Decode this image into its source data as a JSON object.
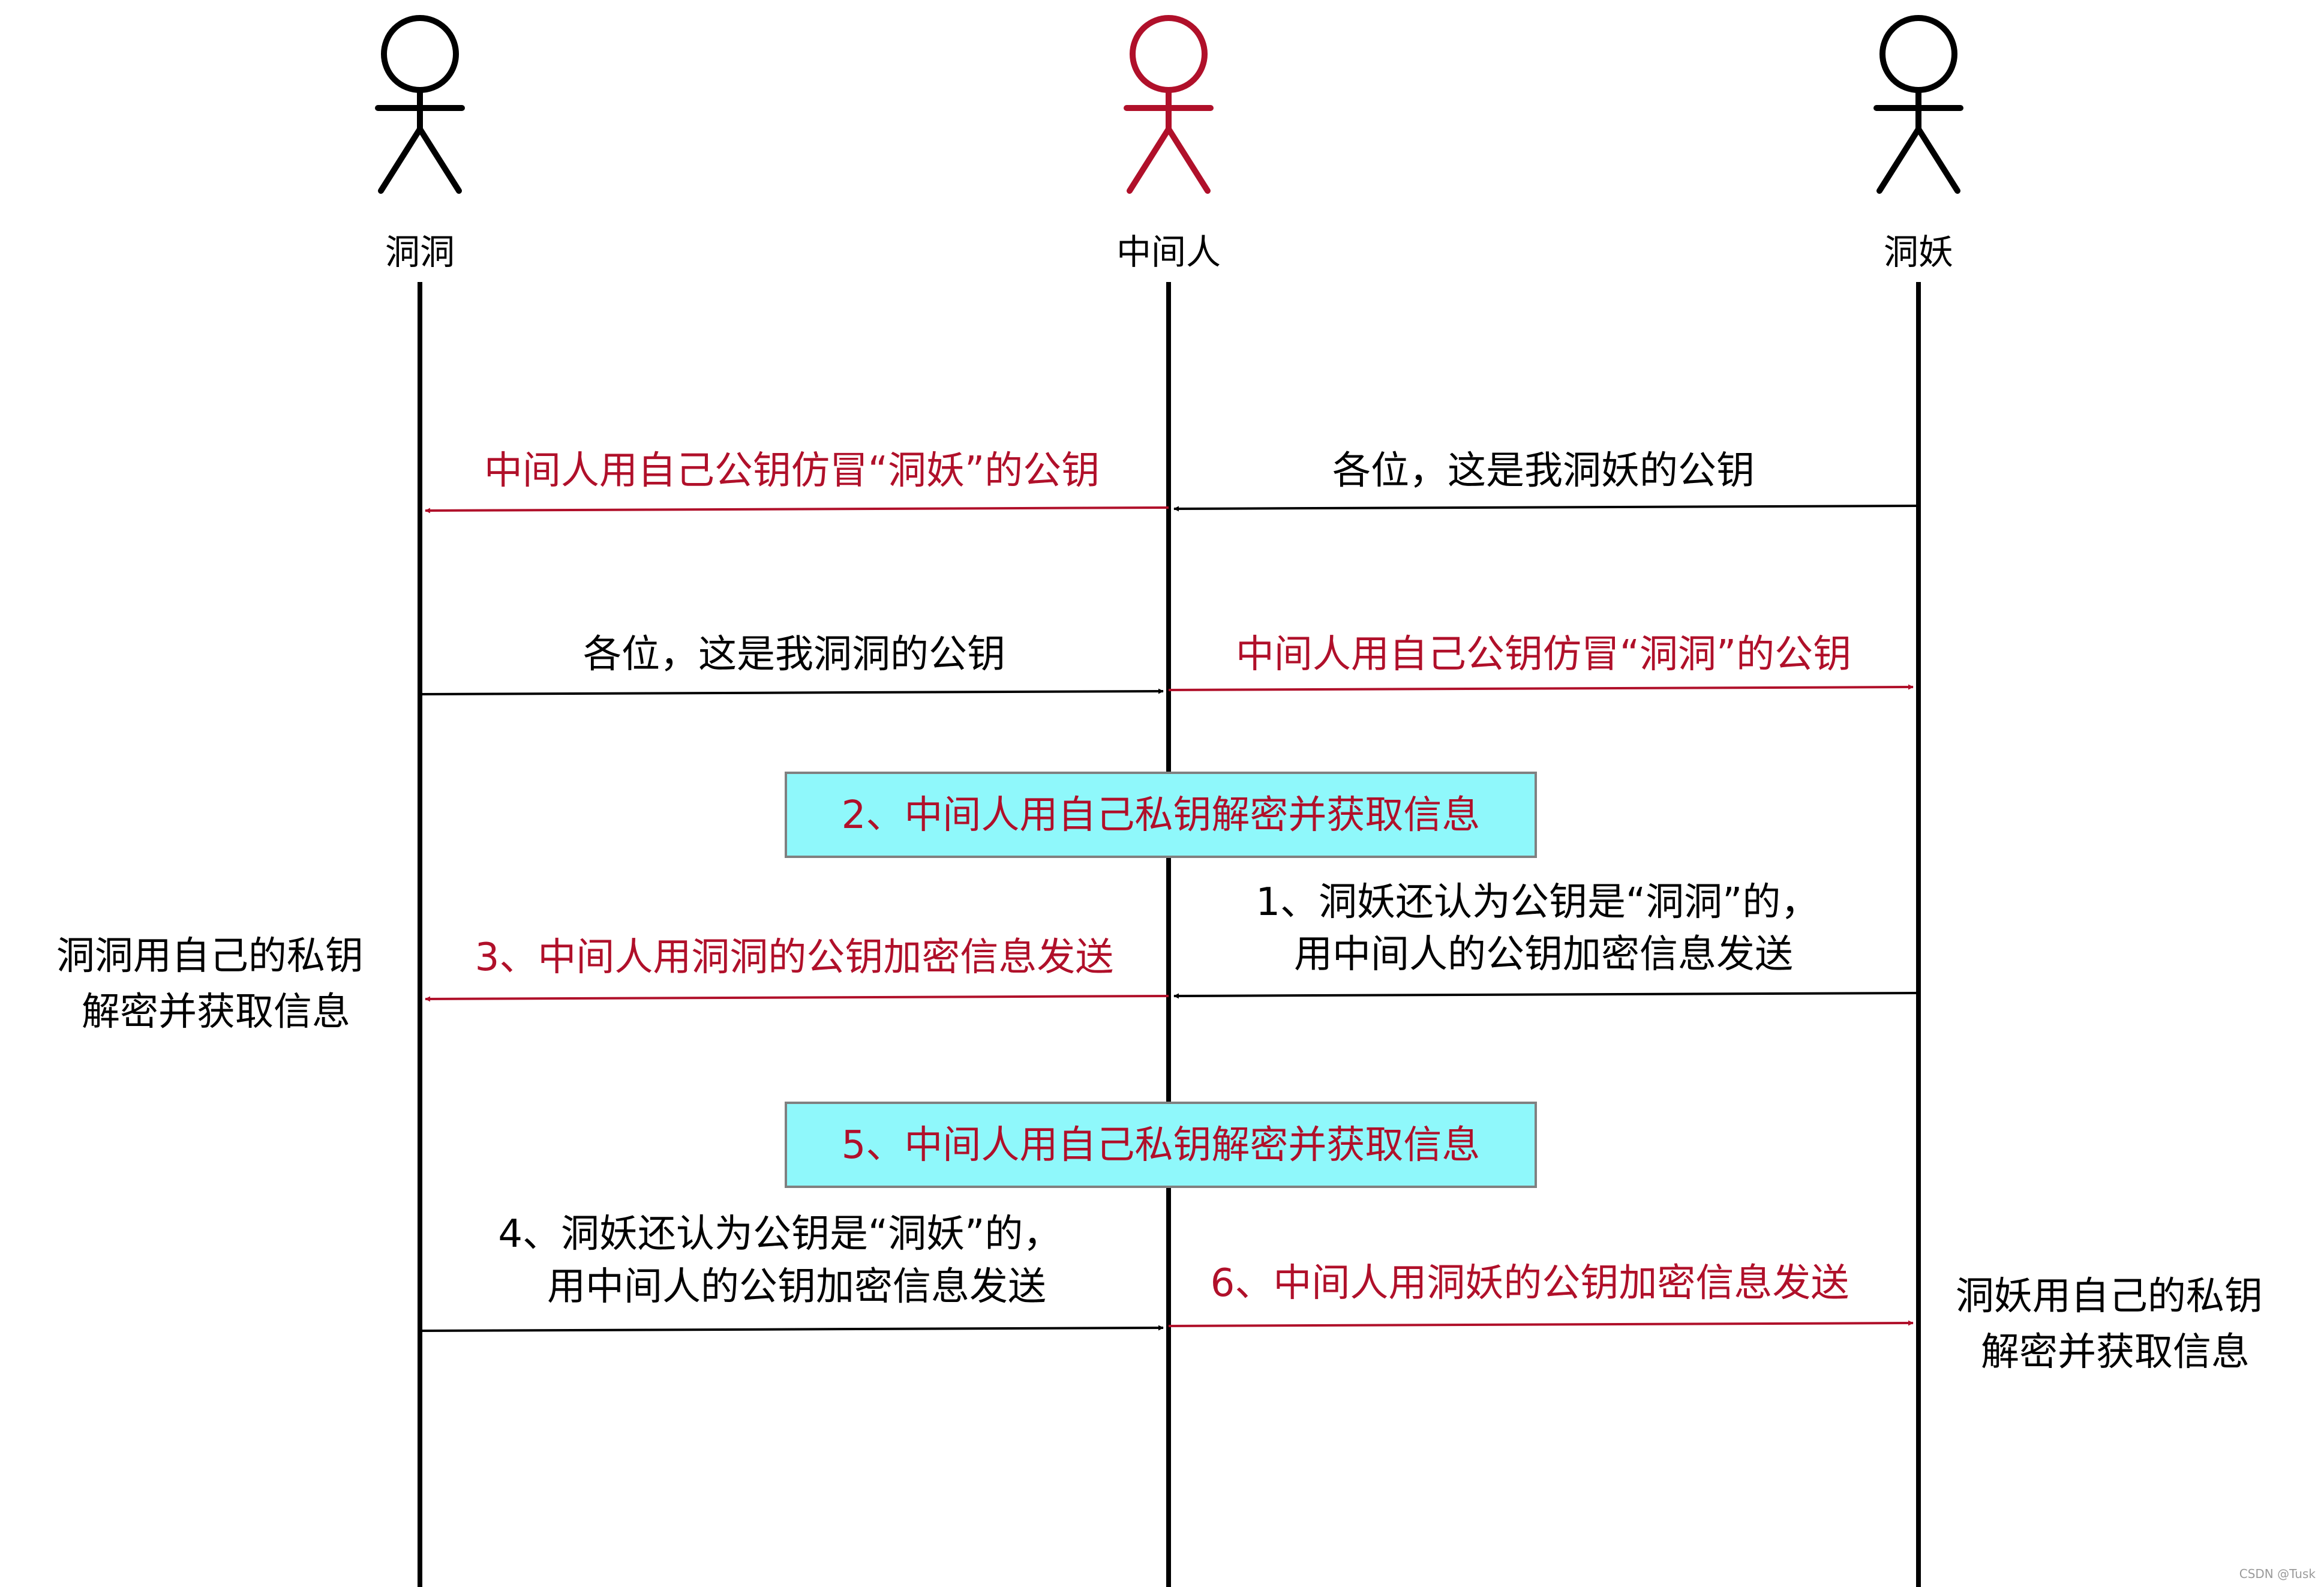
{
  "actors": [
    {
      "id": "dongdong",
      "name": "洞洞",
      "color": "#000000"
    },
    {
      "id": "mitm",
      "name": "中间人",
      "color": "#b0102a"
    },
    {
      "id": "dongyao",
      "name": "洞妖",
      "color": "#000000"
    }
  ],
  "messages": [
    {
      "id": "m1",
      "label": [
        "各位，这是我洞妖的公钥"
      ],
      "color": "#000000"
    },
    {
      "id": "m2",
      "label": [
        "中间人用自己公钥仿冒“洞妖”的公钥"
      ],
      "color": "#b0102a"
    },
    {
      "id": "m3",
      "label": [
        "各位，这是我洞洞的公钥"
      ],
      "color": "#000000"
    },
    {
      "id": "m4",
      "label": [
        "中间人用自己公钥仿冒“洞洞”的公钥"
      ],
      "color": "#b0102a"
    },
    {
      "id": "m5",
      "label": [
        "1、洞妖还认为公钥是“洞洞”的，",
        "用中间人的公钥加密信息发送"
      ],
      "color": "#000000"
    },
    {
      "id": "m6",
      "label": [
        "3、中间人用洞洞的公钥加密信息发送"
      ],
      "color": "#b0102a"
    },
    {
      "id": "m7",
      "label": [
        "4、洞妖还认为公钥是“洞妖”的，",
        "用中间人的公钥加密信息发送"
      ],
      "color": "#000000"
    },
    {
      "id": "m8",
      "label": [
        "6、中间人用洞妖的公钥加密信息发送"
      ],
      "color": "#b0102a"
    }
  ],
  "boxes": [
    {
      "id": "b1",
      "label": "2、中间人用自己私钥解密并获取信息",
      "fill": "#8ff8fb",
      "text_color": "#b0102a"
    },
    {
      "id": "b2",
      "label": "5、中间人用自己私钥解密并获取信息",
      "fill": "#8ff8fb",
      "text_color": "#b0102a"
    }
  ],
  "notes": [
    {
      "id": "n1",
      "lines": [
        "洞洞用自己的私钥",
        "解密并获取信息"
      ]
    },
    {
      "id": "n2",
      "lines": [
        "洞妖用自己的私钥",
        "解密并获取信息"
      ]
    }
  ],
  "watermark": "CSDN @Tusk"
}
